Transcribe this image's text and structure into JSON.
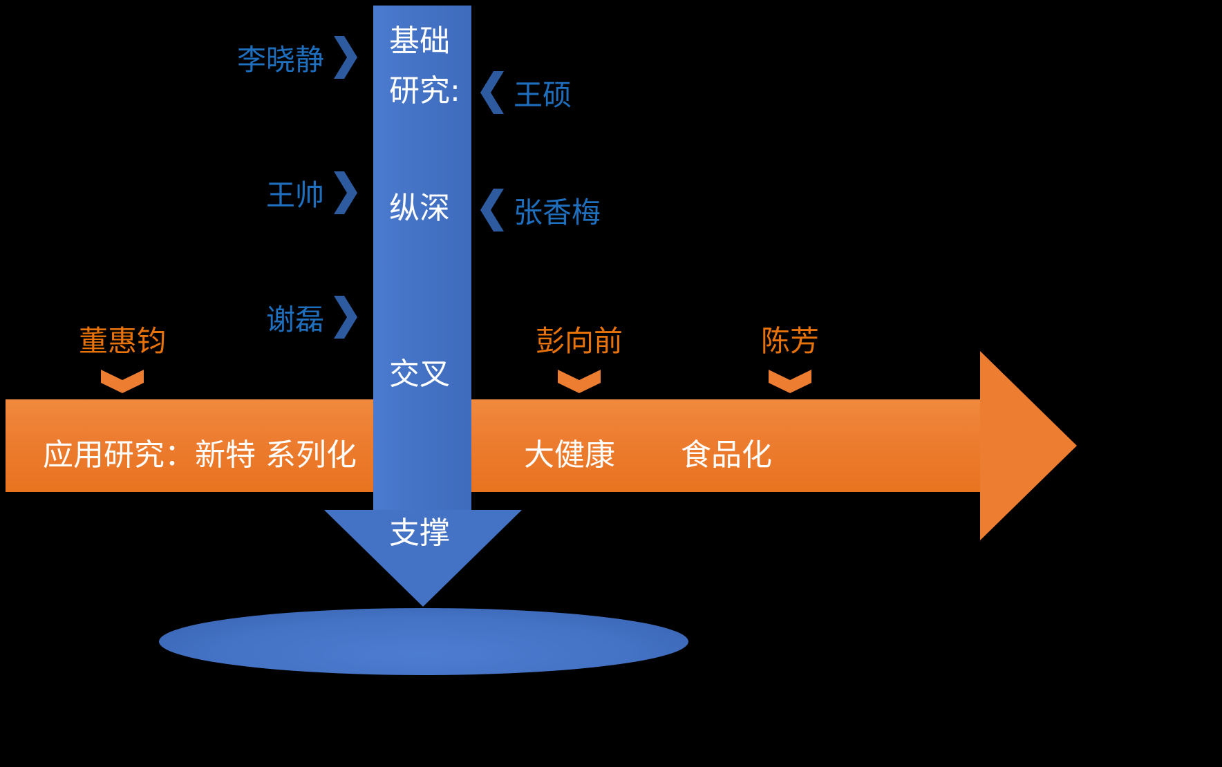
{
  "background_color": "#000000",
  "vertical_arrow": {
    "color": "#4472C4",
    "labels": {
      "line1": "基础",
      "line2": "研究:",
      "depth": "纵深",
      "cross": "交叉",
      "support": "支撑"
    }
  },
  "horizontal_arrow": {
    "color": "#ED7D31",
    "labels": {
      "applied": "应用研究：新特 系列化",
      "health": "大健康",
      "food": "食品化"
    }
  },
  "blue_people": {
    "text_color": "#1F6FBF",
    "chevron_color": "#2E5B9F",
    "left": [
      {
        "name": "李晓静"
      },
      {
        "name": "王帅"
      },
      {
        "name": "谢磊"
      }
    ],
    "right": [
      {
        "name": "王硕"
      },
      {
        "name": "张香梅"
      }
    ]
  },
  "orange_people": {
    "text_color": "#E8730A",
    "chevron_color": "#ED7D31",
    "items": [
      {
        "name": "董惠钧"
      },
      {
        "name": "彭向前"
      },
      {
        "name": "陈芳"
      }
    ]
  },
  "base_ellipse": {
    "color": "#4472C4"
  }
}
